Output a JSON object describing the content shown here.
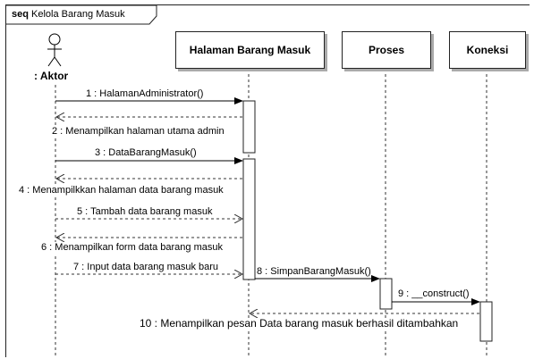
{
  "frame": {
    "keyword": "seq",
    "title": "Kelola Barang Masuk"
  },
  "actor": {
    "name": ": Aktor"
  },
  "lifelines": [
    {
      "id": "halaman",
      "name": "Halaman Barang Masuk"
    },
    {
      "id": "proses",
      "name": "Proses"
    },
    {
      "id": "koneksi",
      "name": "Koneksi"
    }
  ],
  "messages": [
    {
      "id": "m1",
      "text": "1 : HalamanAdministrator()",
      "kind": "sync"
    },
    {
      "id": "m2",
      "text": "2 : Menampilkan halaman utama admin",
      "kind": "return"
    },
    {
      "id": "m3",
      "text": "3 : DataBarangMasuk()",
      "kind": "sync"
    },
    {
      "id": "m4",
      "text": "4 : Menampilkkan halaman data barang masuk",
      "kind": "return"
    },
    {
      "id": "m5",
      "text": "5 : Tambah data barang masuk",
      "kind": "return"
    },
    {
      "id": "m6",
      "text": "6 : Menampilkan form data barang masuk",
      "kind": "return"
    },
    {
      "id": "m7",
      "text": "7 : Input data barang masuk baru",
      "kind": "return"
    },
    {
      "id": "m8",
      "text": "8 : SimpanBarangMasuk()",
      "kind": "sync"
    },
    {
      "id": "m9",
      "text": "9 : __construct()",
      "kind": "sync"
    },
    {
      "id": "m10",
      "text": "10 : Menampilkan pesan Data barang masuk berhasil ditambahkan",
      "kind": "return"
    }
  ]
}
